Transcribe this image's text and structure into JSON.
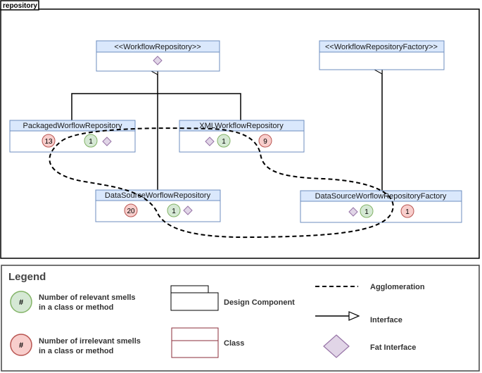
{
  "package": {
    "label": "repository"
  },
  "classes": {
    "workflow_repository": {
      "name": "<<WorkflowRepository>>"
    },
    "workflow_repository_factory": {
      "name": "<<WorkflowRepositoryFactory>>"
    },
    "packaged": {
      "name": "PackagedWorflowRepository",
      "irrelevant": "13",
      "relevant": "1"
    },
    "xml": {
      "name": "XMLWorkflowRepository",
      "relevant": "1",
      "irrelevant": "9"
    },
    "datasource": {
      "name": "DataSourceWorflowRepository",
      "irrelevant": "20",
      "relevant": "1"
    },
    "datasource_factory": {
      "name": "DataSourceWorflowRepositoryFactory",
      "relevant": "1",
      "irrelevant": "1"
    }
  },
  "legend": {
    "title": "Legend",
    "relevant_symbol": "#",
    "relevant_line1": "Number of  relevant  smells",
    "relevant_line2": "in a class or method",
    "irrelevant_symbol": "#",
    "irrelevant_line1": "Number of irrelevant smells",
    "irrelevant_line2": "in a class or method",
    "design_component": "Design Component",
    "class": "Class",
    "agglomeration": "Agglomeration",
    "interface": "Interface",
    "fat_interface": "Fat Interface"
  },
  "colors": {
    "class_header": "#dae8fc",
    "class_border": "#6c8ebf",
    "relevant_fill": "#d5e8d4",
    "relevant_stroke": "#82b366",
    "irrelevant_fill": "#f8cecc",
    "irrelevant_stroke": "#b85450",
    "fat_interface_fill": "#e1d5e7",
    "fat_interface_stroke": "#9673a6"
  }
}
